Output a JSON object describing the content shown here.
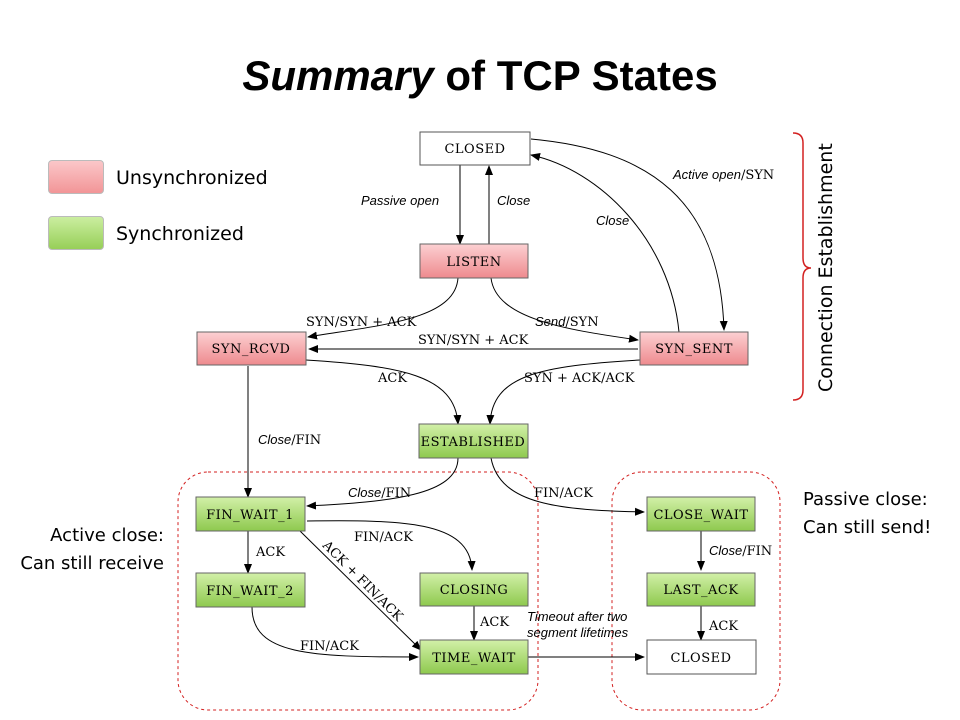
{
  "title": {
    "italic": "Summary",
    "rest": " of TCP States"
  },
  "legend": [
    {
      "label": "Unsynchronized",
      "color": "#f4a0a4"
    },
    {
      "label": "Synchronized",
      "color": "#a8dc6c"
    }
  ],
  "side_notes": {
    "connection_establishment": "Connection Establishment",
    "active_close_line1": "Active close:",
    "active_close_line2": "Can still receive",
    "passive_close_line1": "Passive close:",
    "passive_close_line2": "Can still send!"
  },
  "states": {
    "closed_top": "CLOSED",
    "listen": "LISTEN",
    "syn_rcvd": "SYN_RCVD",
    "syn_sent": "SYN_SENT",
    "established": "ESTABLISHED",
    "fin_wait_1": "FIN_WAIT_1",
    "fin_wait_2": "FIN_WAIT_2",
    "closing": "CLOSING",
    "time_wait": "TIME_WAIT",
    "close_wait": "CLOSE_WAIT",
    "last_ack": "LAST_ACK",
    "closed_bottom": "CLOSED"
  },
  "transitions": {
    "passive_open": "Passive open",
    "close_listen": "Close",
    "close_synsent": "Close",
    "active_open": "Active open",
    "active_open_suffix": "/SYN",
    "syn_synack_left": "SYN/SYN + ACK",
    "send": "Send",
    "send_suffix": "/SYN",
    "syn_synack_mid": "SYN/SYN + ACK",
    "ack_established": "ACK",
    "synack_ack": "SYN + ACK/ACK",
    "close_fin_left": "Close",
    "close_fin_left_suffix": "/FIN",
    "close_fin_est": "Close",
    "close_fin_est_suffix": "/FIN",
    "fin_ack_est": "FIN/ACK",
    "fin_ack_closing": "FIN/ACK",
    "ack_fw2": "ACK",
    "ack_fin_ack": "ACK + FIN/ACK",
    "ack_closing": "ACK",
    "fin_ack_tw": "FIN/ACK",
    "timeout_line1": "Timeout after two",
    "timeout_line2": "segment lifetimes",
    "close_fin_cw": "Close",
    "close_fin_cw_suffix": "/FIN",
    "ack_lastack": "ACK"
  }
}
